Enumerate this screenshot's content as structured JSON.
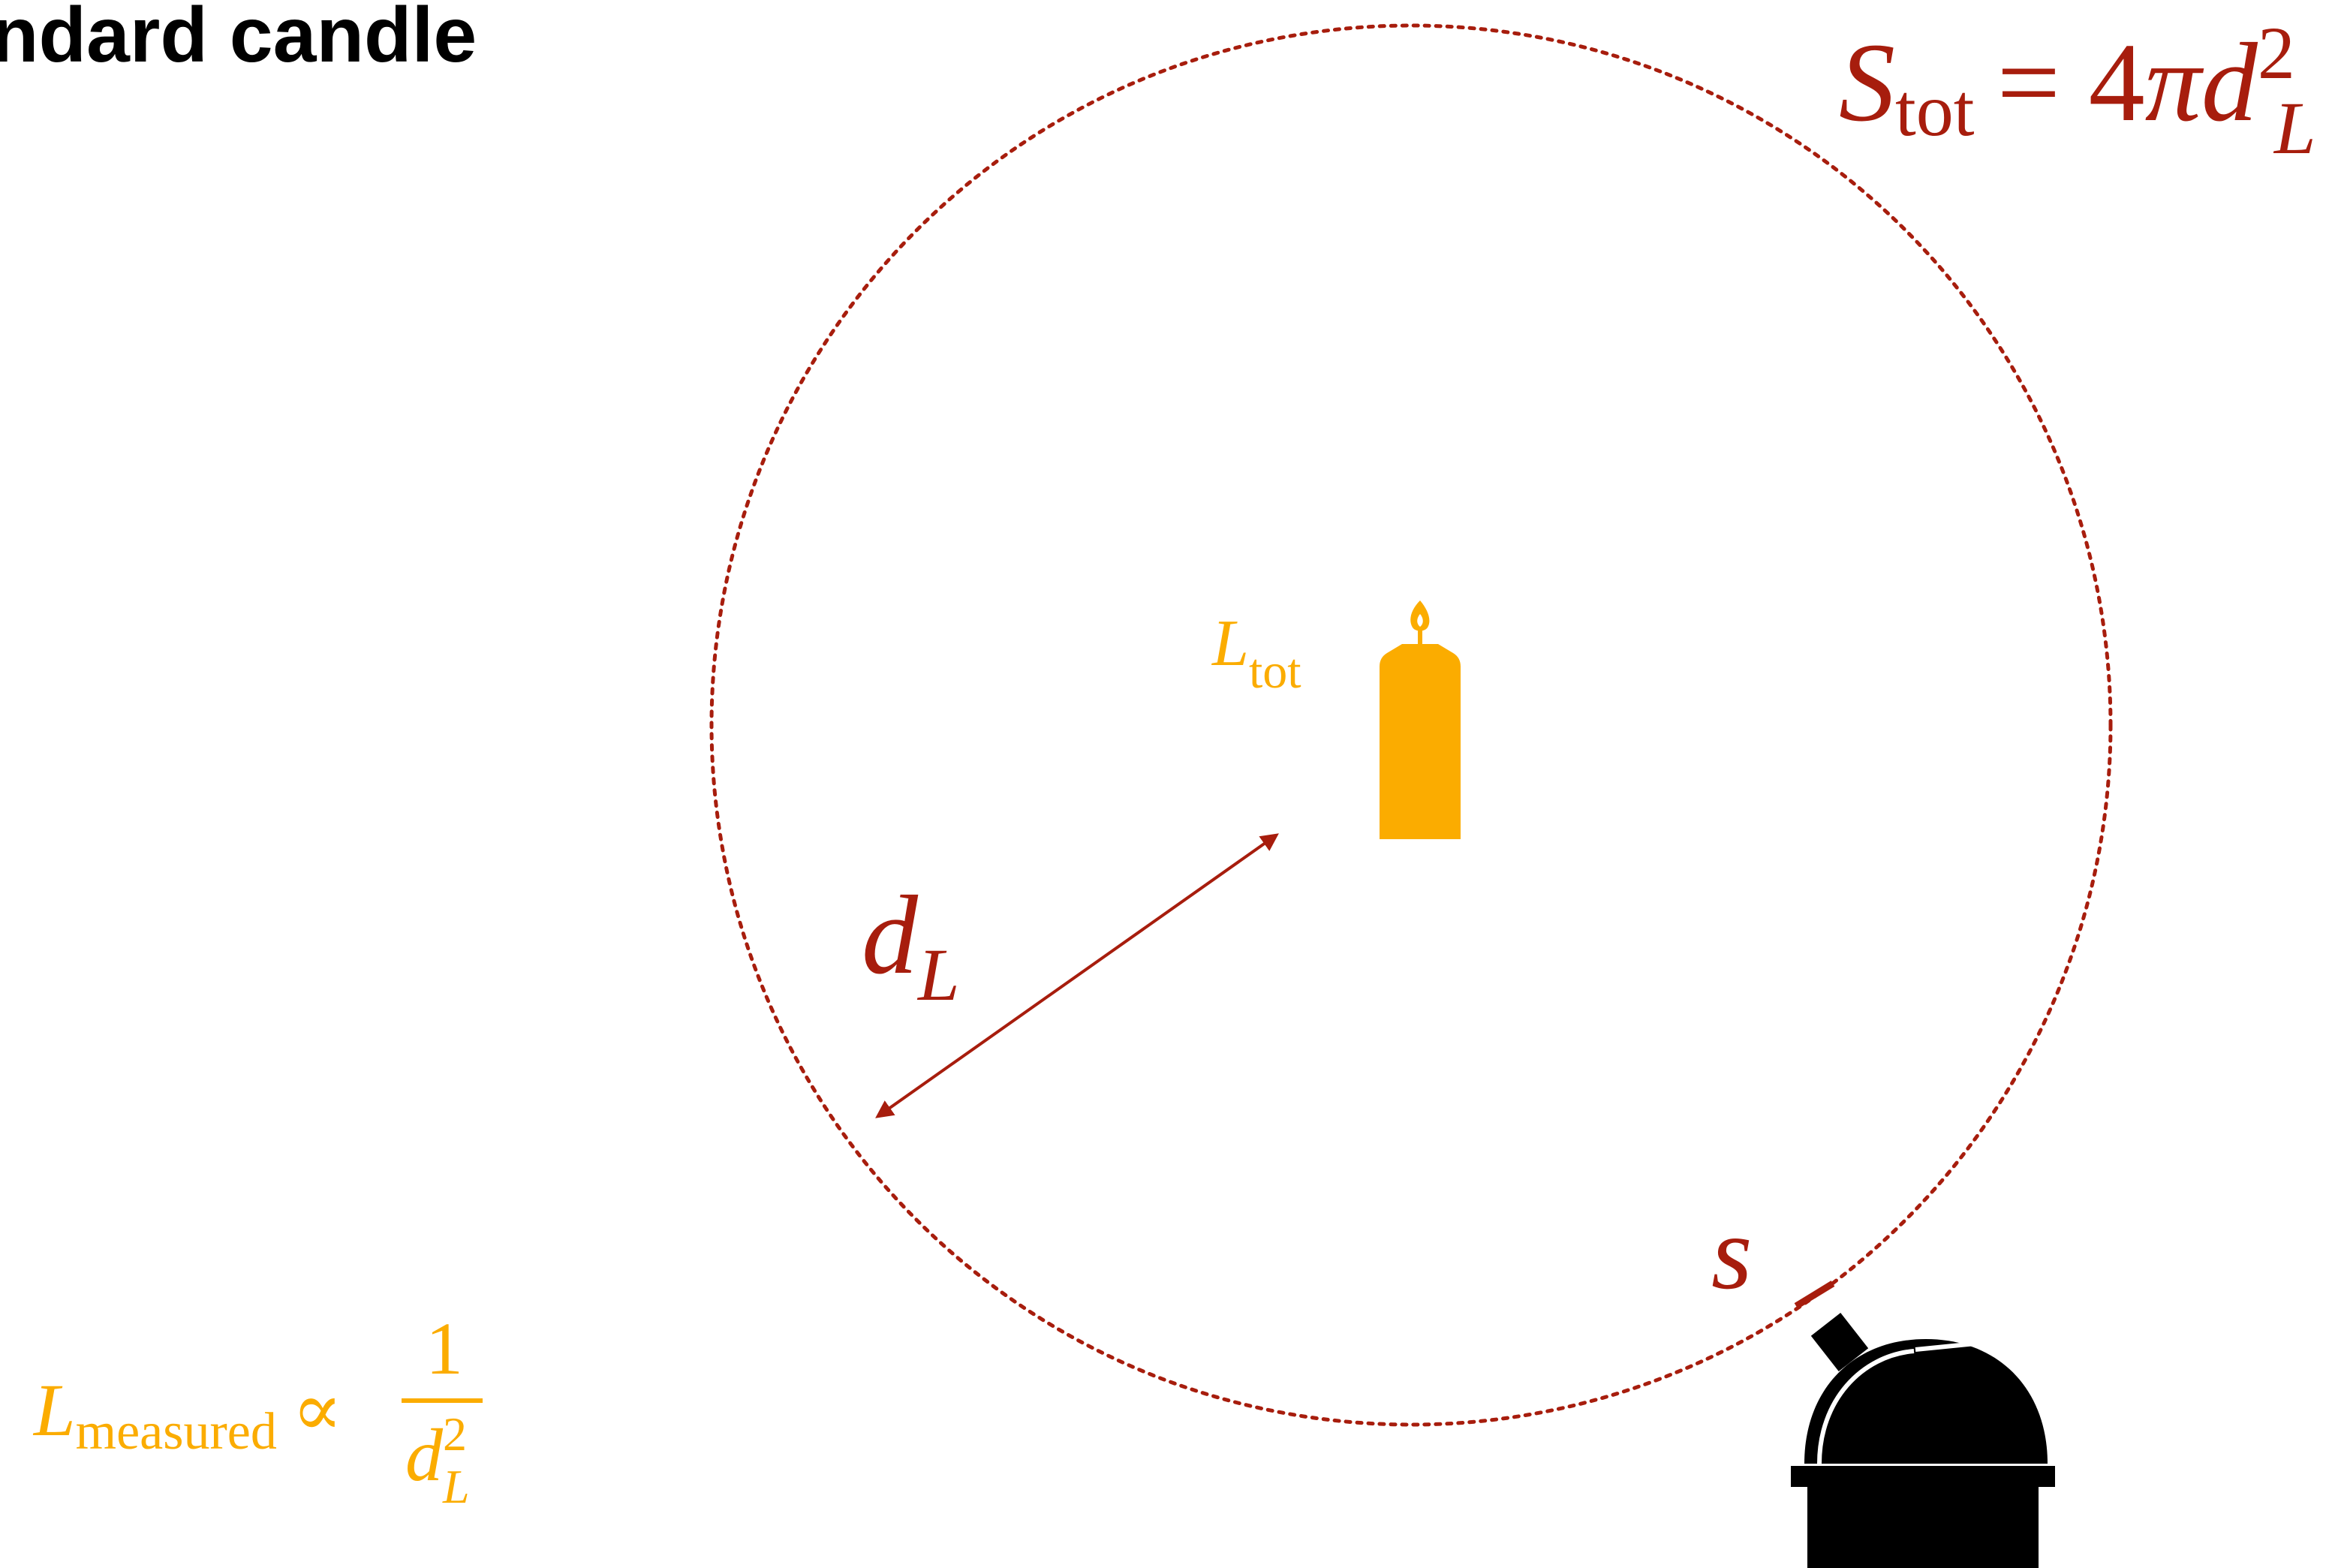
{
  "title": "ndard candle",
  "colors": {
    "red": "#A71D0D",
    "orange": "#FBAC00",
    "black": "#000000"
  },
  "surface_eq": {
    "S": "S",
    "sub": "tot",
    "eq": "= 4",
    "pi": "π",
    "d": "d",
    "sup": "2",
    "subL": "L"
  },
  "candle_label": {
    "L": "L",
    "sub": "tot"
  },
  "distance_label": {
    "d": "d",
    "sub": "L"
  },
  "s_label": "s",
  "measured_eq": {
    "L": "L",
    "sub": "measured",
    "prop": "∝",
    "num": "1",
    "d": "d",
    "sup": "2",
    "subL": "L"
  },
  "icons": {
    "candle": "candle-icon",
    "observatory": "observatory-icon"
  }
}
